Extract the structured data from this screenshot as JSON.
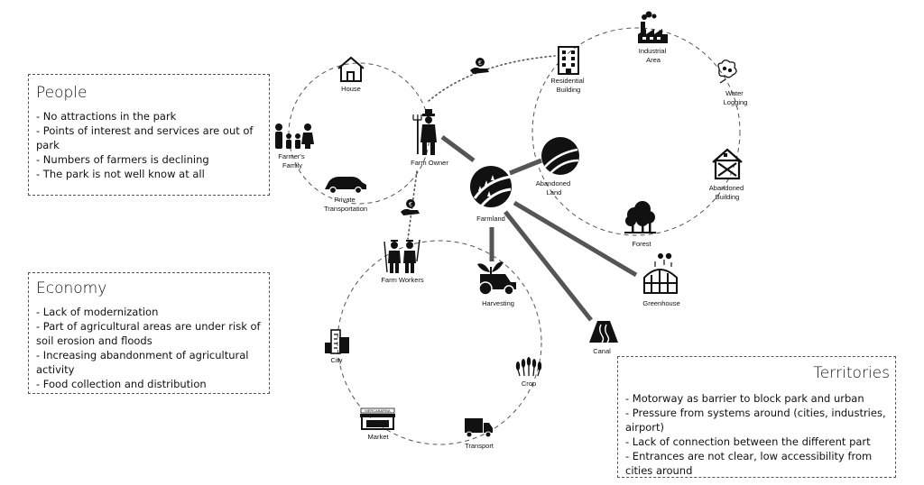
{
  "people": {
    "title": "People",
    "items": [
      "- No attractions in the park",
      "- Points of interest and services are out of park",
      "- Numbers of farmers is declining",
      "- The park is not well know at all"
    ]
  },
  "economy": {
    "title": "Economy",
    "items": [
      "- Lack of modernization",
      "- Part of agricultural areas are under risk of soil erosion and floods",
      "- Increasing abandonment of agricultural activity",
      "- Food collection and distribution"
    ]
  },
  "territories": {
    "title": "Territories",
    "items": [
      "- Motorway as barrier to block park and urban",
      "- Pressure from systems around (cities, industries, airport)",
      "- Lack of connection between the different part",
      "- Entrances are not clear, low accessibility from cities around"
    ]
  },
  "nodes": {
    "house": {
      "label": "House",
      "icon": "house-icon"
    },
    "farmers_family": {
      "label": [
        "Farmer's",
        "Family"
      ],
      "icon": "family-icon"
    },
    "private_transportation": {
      "label": [
        "Private",
        "Transportation"
      ],
      "icon": "car-icon"
    },
    "farm_owner": {
      "label": "Farm Owner",
      "icon": "farmer-icon"
    },
    "residential_building": {
      "label": [
        "Residential",
        "Building"
      ],
      "icon": "building-icon"
    },
    "industrial_area": {
      "label": [
        "Industrial",
        "Area"
      ],
      "icon": "factory-icon"
    },
    "water_logging": {
      "label": [
        "Water",
        "Logging"
      ],
      "icon": "water-logging-icon"
    },
    "abandoned_building": {
      "label": [
        "Abandoned",
        "Building"
      ],
      "icon": "abandoned-building-icon"
    },
    "forest": {
      "label": "Forest",
      "icon": "tree-icon"
    },
    "abandoned_land": {
      "label": [
        "Abandoned",
        "Land"
      ],
      "icon": "abandoned-land-icon"
    },
    "farmland": {
      "label": "Farmland",
      "icon": "farmland-icon"
    },
    "greenhouse": {
      "label": "Greenhouse",
      "icon": "greenhouse-icon"
    },
    "canal": {
      "label": "Canal",
      "icon": "canal-icon"
    },
    "farm_workers": {
      "label": "Farm Workers",
      "icon": "workers-icon"
    },
    "harvesting": {
      "label": "Harvesting",
      "icon": "tractor-icon"
    },
    "city": {
      "label": "City",
      "icon": "city-icon"
    },
    "crop": {
      "label": "Crop",
      "icon": "wheat-icon"
    },
    "market": {
      "label": "Market",
      "sign": "MERCABARNA",
      "icon": "market-icon"
    },
    "transport": {
      "label": "Transport",
      "icon": "truck-icon"
    }
  },
  "money_icons": [
    "money-hand-icon",
    "money-hand-icon"
  ]
}
